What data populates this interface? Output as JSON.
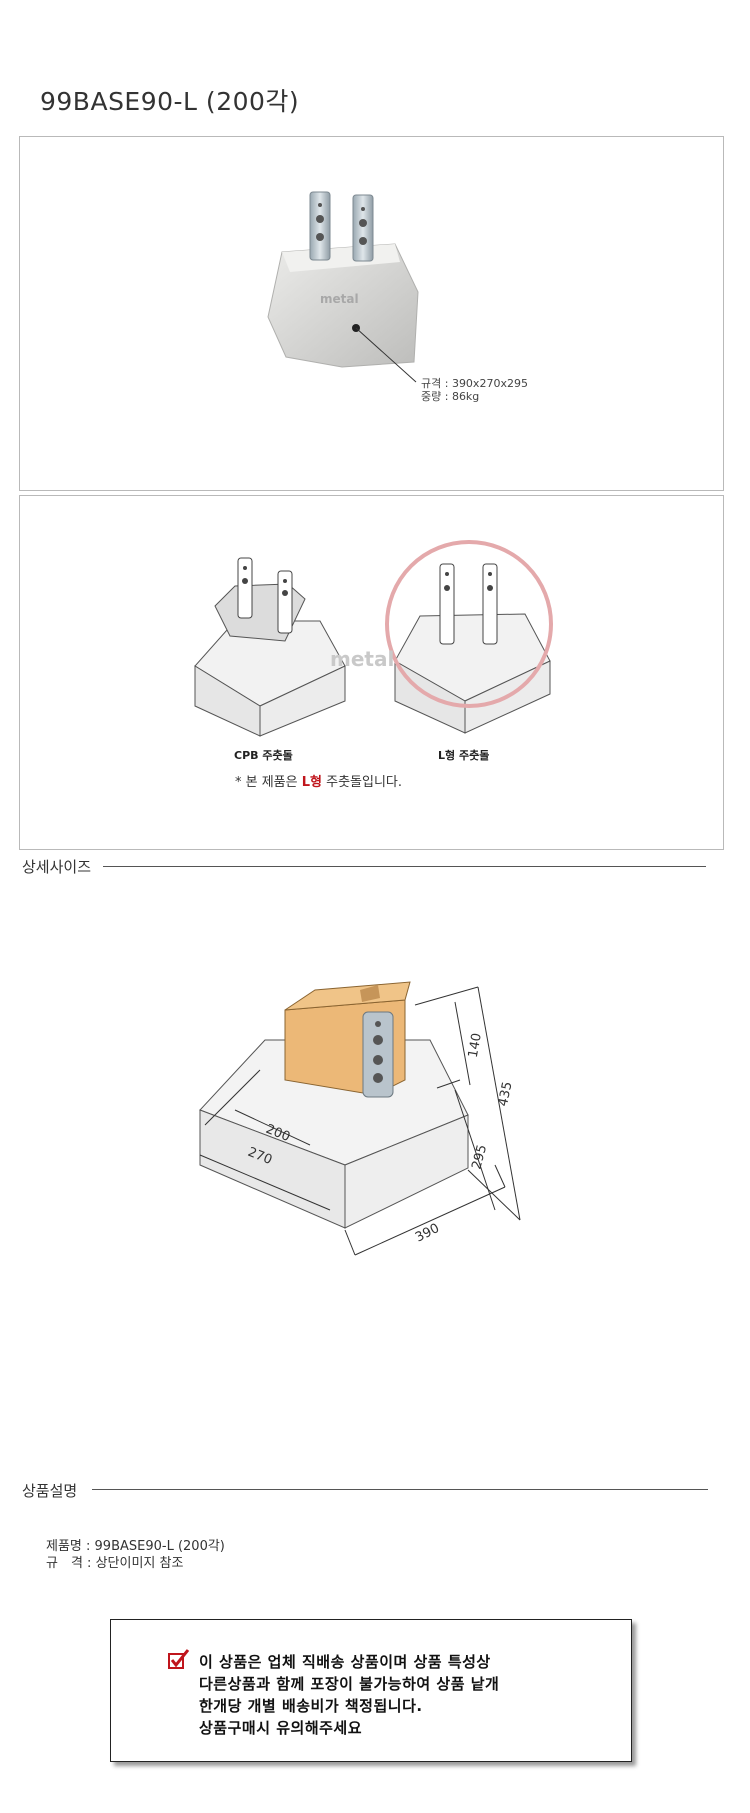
{
  "product_title": "99BASE90-L (200각)",
  "photo": {
    "spec_size": "규격 : 390x270x295",
    "spec_weight": "중량 : 86kg",
    "watermark": "metal"
  },
  "compare": {
    "left_label": "CPB 주춧돌",
    "right_label": "L형 주춧돌",
    "note_prefix": "* 본 제품은 ",
    "note_highlight": "L형",
    "note_suffix": " 주춧돌입니다."
  },
  "size_section": {
    "heading": "상세사이즈",
    "dims": {
      "d140": "140",
      "d435": "435",
      "d295": "295",
      "d200": "200",
      "d270": "270",
      "d390": "390"
    }
  },
  "desc_section": {
    "heading": "상품설명",
    "product_name": "제품명 : 99BASE90-L (200각)",
    "spec": "규　격 : 상단이미지 참조"
  },
  "notice": {
    "line1": "이 상품은 업체 직배송 상품이며 상품 특성상",
    "line2": "다른상품과 함께 포장이 불가능하여 상품 낱개",
    "line3": "한개당 개별 배송비가 책정됩니다.",
    "line4": "상품구매시 유의해주세요"
  },
  "colors": {
    "accent_red": "#c0151c",
    "wood": "#e9b877",
    "concrete": "#e8e8e6",
    "steel": "#b9c4cc"
  }
}
